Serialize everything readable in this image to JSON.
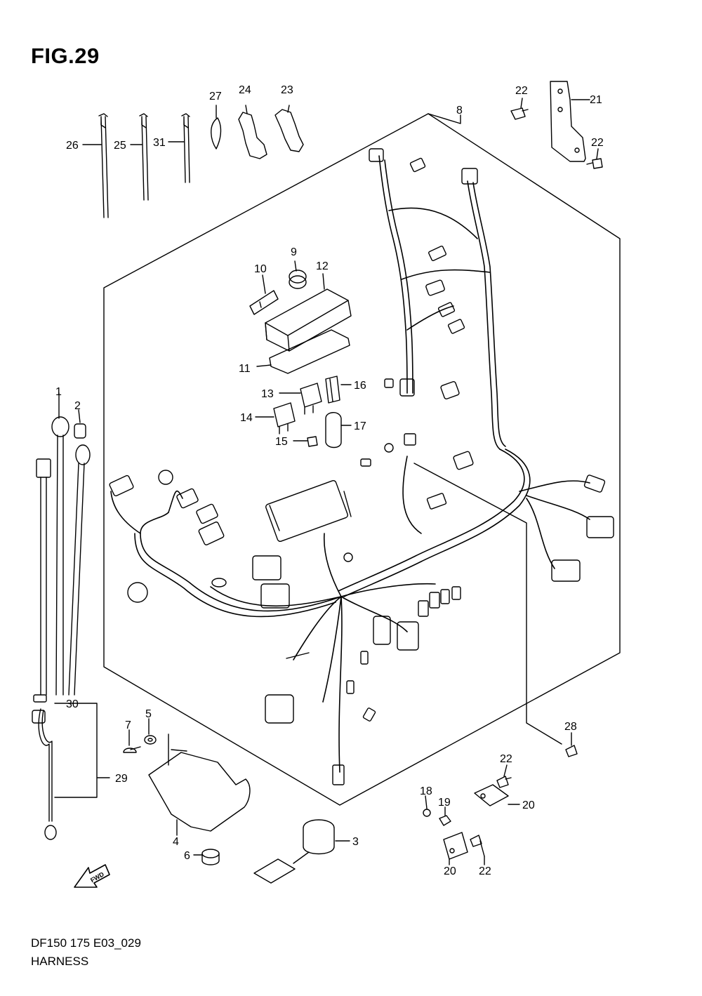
{
  "figure": {
    "title": "FIG.29",
    "code": "DF150 175 E03_029",
    "name": "HARNESS"
  },
  "forward_marker": "FWD",
  "callouts": [
    {
      "id": "1",
      "label": "1"
    },
    {
      "id": "2",
      "label": "2"
    },
    {
      "id": "3",
      "label": "3"
    },
    {
      "id": "4",
      "label": "4"
    },
    {
      "id": "5",
      "label": "5"
    },
    {
      "id": "6",
      "label": "6"
    },
    {
      "id": "7",
      "label": "7"
    },
    {
      "id": "8",
      "label": "8"
    },
    {
      "id": "9",
      "label": "9"
    },
    {
      "id": "10",
      "label": "10"
    },
    {
      "id": "11",
      "label": "11"
    },
    {
      "id": "12",
      "label": "12"
    },
    {
      "id": "13",
      "label": "13"
    },
    {
      "id": "14",
      "label": "14"
    },
    {
      "id": "15",
      "label": "15"
    },
    {
      "id": "16",
      "label": "16"
    },
    {
      "id": "17",
      "label": "17"
    },
    {
      "id": "18",
      "label": "18"
    },
    {
      "id": "19",
      "label": "19"
    },
    {
      "id": "20a",
      "label": "20"
    },
    {
      "id": "20b",
      "label": "20"
    },
    {
      "id": "21",
      "label": "21"
    },
    {
      "id": "22a",
      "label": "22"
    },
    {
      "id": "22b",
      "label": "22"
    },
    {
      "id": "22c",
      "label": "22"
    },
    {
      "id": "22d",
      "label": "22"
    },
    {
      "id": "23",
      "label": "23"
    },
    {
      "id": "24",
      "label": "24"
    },
    {
      "id": "25",
      "label": "25"
    },
    {
      "id": "26",
      "label": "26"
    },
    {
      "id": "27",
      "label": "27"
    },
    {
      "id": "28",
      "label": "28"
    },
    {
      "id": "29",
      "label": "29"
    },
    {
      "id": "30",
      "label": "30"
    },
    {
      "id": "31",
      "label": "31"
    }
  ]
}
